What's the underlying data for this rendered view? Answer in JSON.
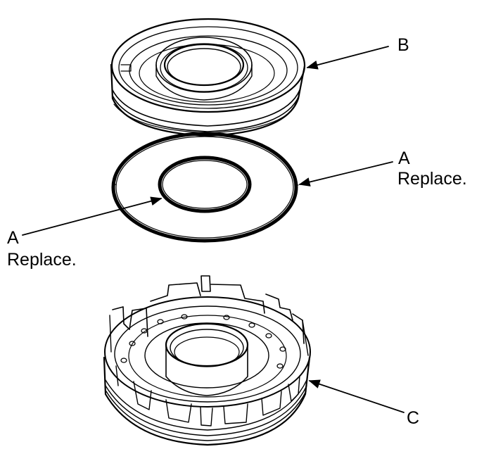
{
  "callouts": {
    "b": {
      "letter": "B"
    },
    "a_right": {
      "letter": "A",
      "note": "Replace."
    },
    "a_left": {
      "letter": "A",
      "note": "Replace."
    },
    "c": {
      "letter": "C"
    }
  },
  "colors": {
    "ink": "#000000",
    "paper": "#ffffff"
  }
}
